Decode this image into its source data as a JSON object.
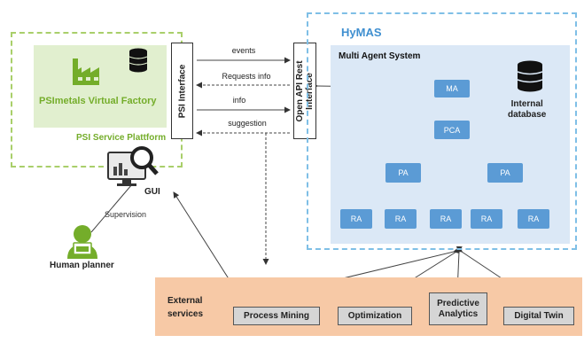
{
  "psi": {
    "name": "PSImetals Virtual Factory",
    "platform": "PSI Service Plattform",
    "interface": "PSI Interface"
  },
  "api": {
    "interface": "Open API Rest Interface"
  },
  "flows": [
    "events",
    "Requests info",
    "info",
    "suggestion"
  ],
  "hymas": {
    "title": "HyMAS",
    "mas_title": "Multi Agent System",
    "db_label": [
      "Internal",
      "database"
    ],
    "agents": {
      "ma": "MA",
      "pca": "PCA",
      "pa": "PA",
      "ra": "RA"
    }
  },
  "gui": {
    "label": "GUI"
  },
  "supervision": "Supervision",
  "human": {
    "label": "Human planner"
  },
  "external": {
    "label": [
      "External",
      "services"
    ],
    "services": [
      {
        "label": "Process Mining"
      },
      {
        "label": "Optimization"
      },
      {
        "label": "Predictive Analytics"
      },
      {
        "label": "Digital Twin"
      }
    ]
  },
  "colors": {
    "psi_green": "#74ad2a",
    "agent_blue": "#5b9bd5",
    "mas_bg": "#dbe8f6",
    "external_bg": "#f7c9a6",
    "hymas_title": "#3f8fd0"
  }
}
